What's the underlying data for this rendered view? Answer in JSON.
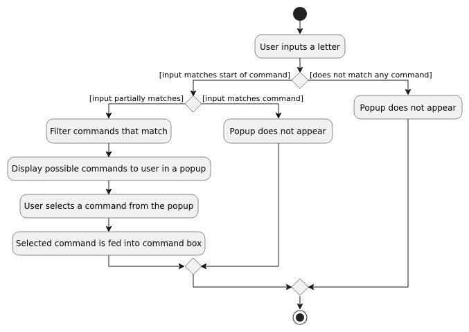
{
  "actions": {
    "user_inputs": "User inputs a letter",
    "popup_not_appear_right": "Popup does not appear",
    "filter_commands": "Filter commands that match",
    "popup_not_appear_middle": "Popup does not appear",
    "display_possible": "Display possible commands to user in a popup",
    "user_selects": "User selects a command from the popup",
    "selected_fed": "Selected command is fed into command box"
  },
  "guards": {
    "input_matches_start": "[input matches start of command]",
    "does_not_match": "[does not match any command]",
    "input_partially_matches": "[input partially matches]",
    "input_matches_command": "[input matches command]"
  },
  "colors": {
    "node_fill": "#f1f1f1",
    "stroke": "#181818",
    "start_end": "#222222"
  }
}
